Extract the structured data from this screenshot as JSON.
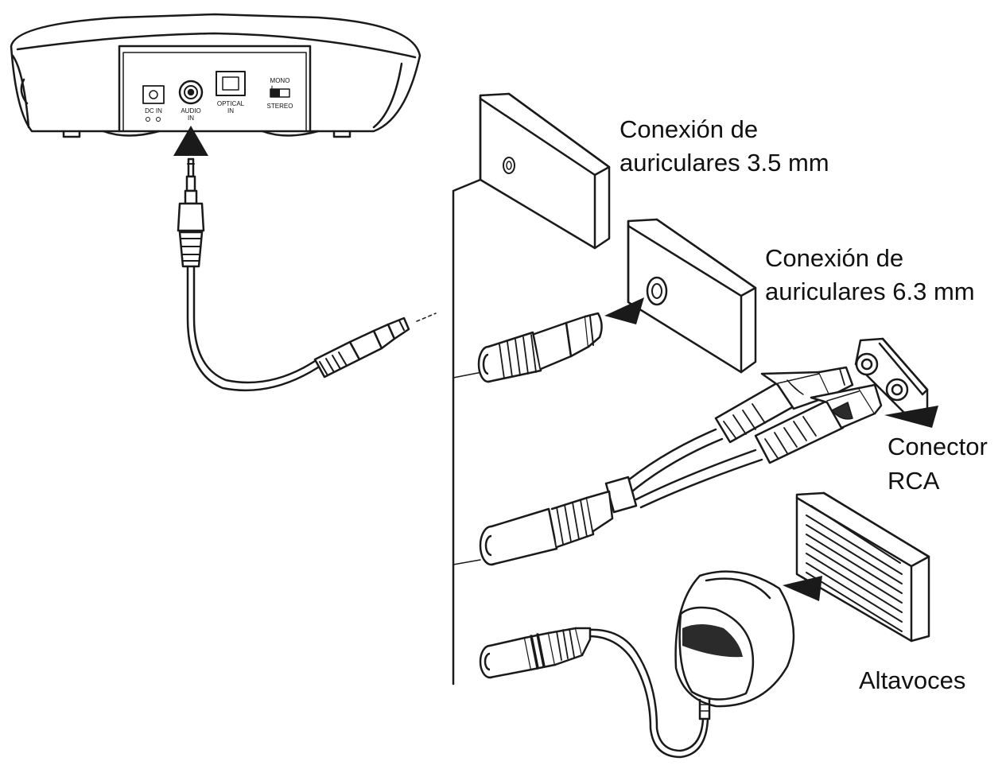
{
  "device": {
    "ports": {
      "dc_in": "DC IN",
      "audio_in_top": "AUDIO",
      "audio_in_bottom": "IN",
      "optical_top": "OPTICAL",
      "optical_bottom": "IN",
      "mono": "MONO",
      "stereo": "STEREO"
    }
  },
  "labels": {
    "jack_35_line1": "Conexión de",
    "jack_35_line2": "auriculares 3.5 mm",
    "jack_63_line1": "Conexión de",
    "jack_63_line2": "auriculares 6.3 mm",
    "rca_line1": "Conector",
    "rca_line2": "RCA",
    "speakers": "Altavoces"
  },
  "colors": {
    "stroke": "#1a1a1a",
    "fill": "#ffffff",
    "dark": "#2b2b2b"
  }
}
